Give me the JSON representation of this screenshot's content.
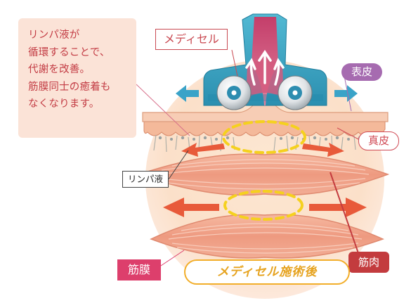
{
  "callout": {
    "lines": [
      "リンパ液が",
      "循環することで、",
      "代謝を改善。",
      "筋膜同士の癒着も",
      "なくなります。"
    ]
  },
  "labels": {
    "device": "メディセル",
    "epidermis": "表皮",
    "dermis": "真皮",
    "lymph": "リンパ液",
    "fascia": "筋膜",
    "muscle": "筋肉",
    "after_treatment": "メディセル施術後"
  },
  "colors": {
    "callout_bg": "#fbe3d7",
    "callout_text": "#c33d45",
    "device_body": "#3aa7c4",
    "device_inner": "#d8507a",
    "arrow_blue": "#3aa3c8",
    "arrow_red": "#e85a3a",
    "fascia_dash": "#f7d61f",
    "muscle": "#f0a28a",
    "skin": "#f3c6a8"
  },
  "icons": {
    "device": "medicell-cup-icon",
    "roller": "roller-icon",
    "suction_arrows": "up-arrow-icon",
    "spread_arrows": "side-arrow-icon"
  }
}
